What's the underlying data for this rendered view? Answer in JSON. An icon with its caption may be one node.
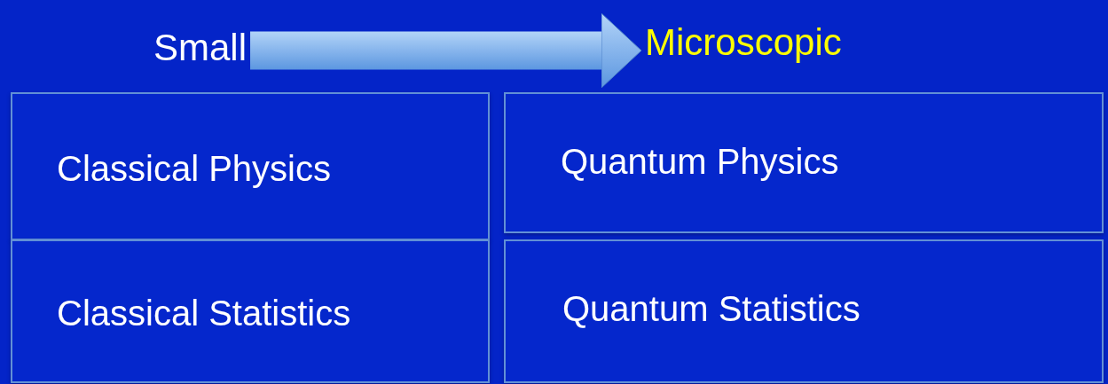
{
  "diagram": {
    "nodes": [
      {
        "text": [
          "Small"
        ]
      },
      {
        "text": [
          "Microscopic"
        ]
      },
      {
        "text": [
          "Classical Physics"
        ]
      },
      {
        "text": [
          "Quantum Physics"
        ]
      },
      {
        "text": [
          "Classical Statistics"
        ]
      },
      {
        "text": [
          "Quantum Statistics"
        ]
      }
    ],
    "edges": [
      {
        "from": 0,
        "to": 1,
        "arrow": "to"
      }
    ]
  }
}
